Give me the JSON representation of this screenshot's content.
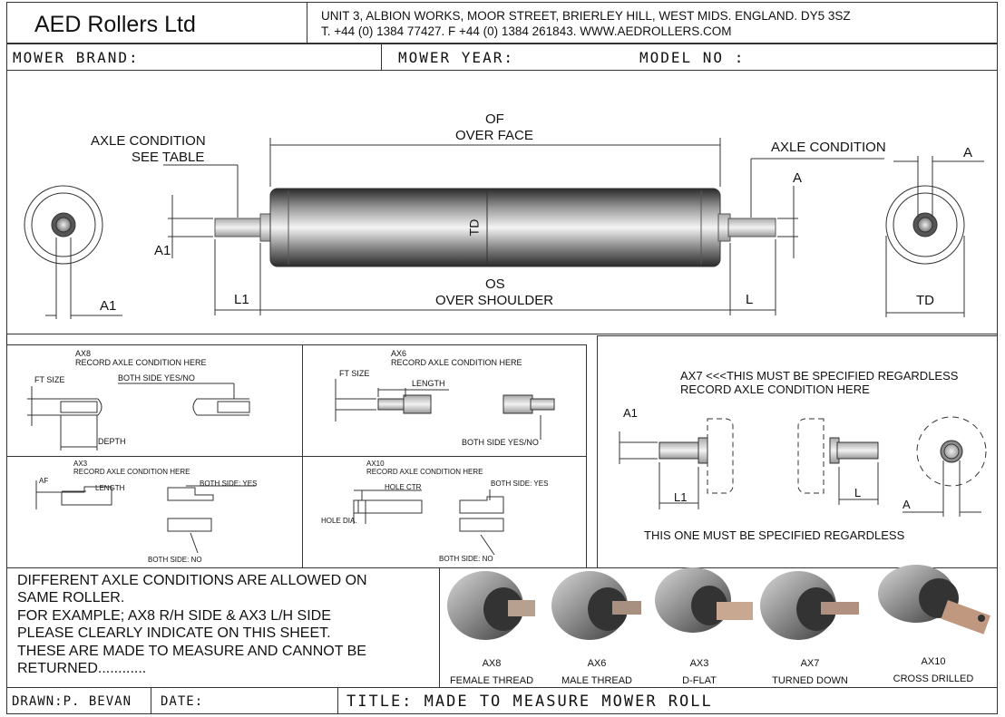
{
  "header": {
    "company": "AED Rollers Ltd",
    "address": "UNIT 3, ALBION WORKS, MOOR STREET, BRIERLEY HILL, WEST MIDS. ENGLAND. DY5 3SZ",
    "contact": "T. +44 (0) 1384 77427. F +44 (0) 1384 261843.  WWW.AEDROLLERS.COM"
  },
  "fields": {
    "brand": "MOWER BRAND:",
    "year": "MOWER YEAR:",
    "model": "MODEL NO :"
  },
  "main_drawing": {
    "of": "OF",
    "over_face": "OVER FACE",
    "axle_left_1": "AXLE CONDITION",
    "axle_left_2": "SEE TABLE",
    "axle_right": "AXLE CONDITION",
    "td": "TD",
    "os": "OS",
    "over_shoulder": "OVER SHOULDER",
    "a1": "A1",
    "l1": "L1",
    "l": "L",
    "a": "A"
  },
  "ax8": {
    "code": "AX8",
    "record": "RECORD AXLE CONDITION HERE",
    "ft_size": "FT  SIZE",
    "both": "BOTH SIDE YES/NO",
    "depth": "DEPTH"
  },
  "ax6": {
    "code": "AX6",
    "record": "RECORD AXLE CONDITION HERE",
    "ft_size": "FT  SIZE",
    "length": "LENGTH",
    "both": "BOTH SIDE YES/NO"
  },
  "ax3": {
    "code": "AX3",
    "record": "RECORD AXLE CONDITION HERE",
    "af": "AF",
    "length": "LENGTH",
    "both_yes": "BOTH SIDE: YES",
    "both_no": "BOTH SIDE: NO"
  },
  "ax10": {
    "code": "AX10",
    "record": "RECORD AXLE CONDITION HERE",
    "hole_ctr": "HOLE CTR",
    "hole_dia": "HOLE DIA.",
    "both_yes": "BOTH SIDE: YES",
    "both_no": "BOTH SIDE: NO"
  },
  "ax7": {
    "line1": "AX7 <<<THIS MUST BE SPECIFIED REGARDLESS",
    "line2": "RECORD AXLE CONDITION HERE",
    "a1": "A1",
    "l1": "L1",
    "l": "L",
    "a": "A",
    "footer": "THIS ONE MUST BE SPECIFIED REGARDLESS"
  },
  "notes": [
    "DIFFERENT AXLE CONDITIONS ARE ALLOWED ON",
    "SAME ROLLER.",
    "FOR EXAMPLE; AX8 R/H SIDE & AX3 L/H SIDE",
    "PLEASE CLEARLY INDICATE  ON THIS SHEET.",
    "THESE ARE MADE TO MEASURE AND CANNOT BE",
    "RETURNED............"
  ],
  "photos": [
    {
      "code": "AX8",
      "label": "FEMALE THREAD"
    },
    {
      "code": "AX6",
      "label": "MALE THREAD"
    },
    {
      "code": "AX3",
      "label": "D-FLAT"
    },
    {
      "code": "AX7",
      "label": "TURNED DOWN"
    },
    {
      "code": "AX10",
      "label": "CROSS DRILLED"
    }
  ],
  "footer": {
    "drawn": "DRAWN:P. BEVAN",
    "date": "DATE:",
    "title": "TITLE: MADE TO MEASURE MOWER ROLL"
  }
}
